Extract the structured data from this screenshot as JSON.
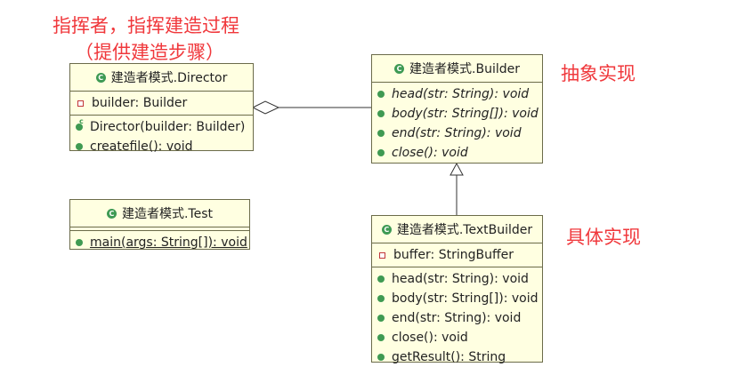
{
  "notes": {
    "director_line1": "指挥者，指挥建造过程",
    "director_line2": "（提供建造步骤）",
    "abstract": "抽象实现",
    "concrete": "具体实现"
  },
  "classes": {
    "director": {
      "name": "建造者模式.Director",
      "fields": [
        "builder: Builder"
      ],
      "methods": [
        "Director(builder: Builder)",
        "createfile(): void"
      ]
    },
    "builder": {
      "name": "建造者模式.Builder",
      "methods": [
        "head(str: String): void",
        "body(str: String[]): void",
        "end(str: String): void",
        "close(): void"
      ]
    },
    "test": {
      "name": "建造者模式.Test",
      "methods": [
        "main(args: String[]): void"
      ]
    },
    "textbuilder": {
      "name": "建造者模式.TextBuilder",
      "fields": [
        "buffer: StringBuffer"
      ],
      "methods": [
        "head(str: String): void",
        "body(str: String[]): void",
        "end(str: String): void",
        "close(): void",
        "getResult(): String"
      ]
    }
  },
  "colors": {
    "note": "#f0383c",
    "class_fill": "#ffffe1",
    "class_border": "#6b6b4a",
    "class_icon": "#3e9a54",
    "field_icon": "#c1363b"
  }
}
